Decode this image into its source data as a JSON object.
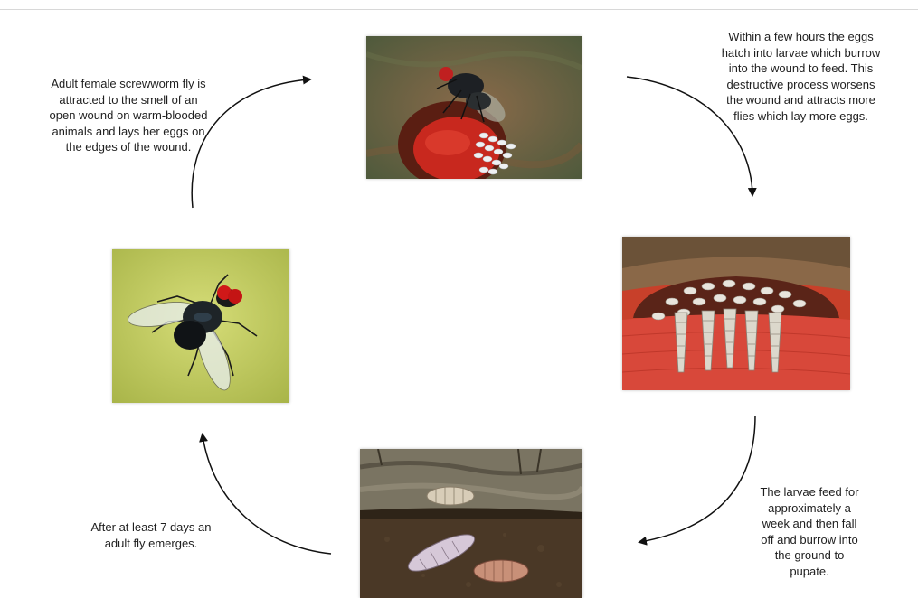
{
  "cycle": {
    "step1": "Adult female screwworm fly is\nattracted to the smell of an\nopen wound on warm-blooded\nanimals and lays her eggs on\nthe edges of the wound.",
    "step2": "Within a few hours the eggs\nhatch into larvae which burrow\ninto the wound to feed. This\ndestructive process worsens\nthe wound and attracts more\nflies which lay more eggs.",
    "step3": "The larvae feed for\napproximately a\nweek and then fall\noff and burrow into\nthe ground to\npupate.",
    "step4": "After at least 7 days an\nadult fly emerges."
  },
  "colors": {
    "arrow": "#111111",
    "wound_red": "#c8281e",
    "soil": "#4a3826",
    "fly_background": "#bfcb5a"
  },
  "icons": [
    "fly-laying-eggs-image",
    "larvae-in-wound-image",
    "pupa-in-soil-image",
    "adult-fly-image"
  ]
}
